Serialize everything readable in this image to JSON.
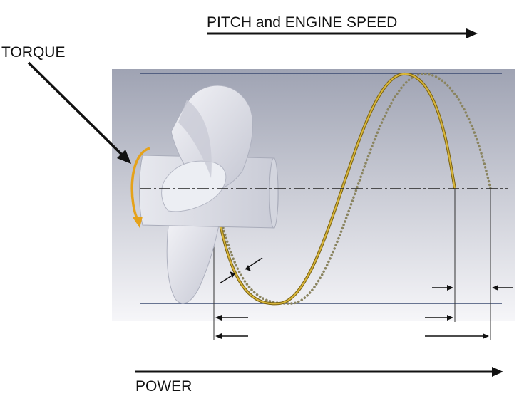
{
  "labels": {
    "top": "PITCH and ENGINE SPEED",
    "left": "TORQUE",
    "bottom": "POWER"
  },
  "colors": {
    "panel_top": "#9fa3b3",
    "panel_bottom": "#f6f6f9",
    "guide_line": "#3a4a72",
    "helix_gold": "#c9a227",
    "helix_dots": "#8a8460",
    "torque_arrow": "#e5a21a",
    "arrow": "#111111",
    "propeller": "#dcdde4",
    "propeller_shade": "#b7b9c6"
  }
}
